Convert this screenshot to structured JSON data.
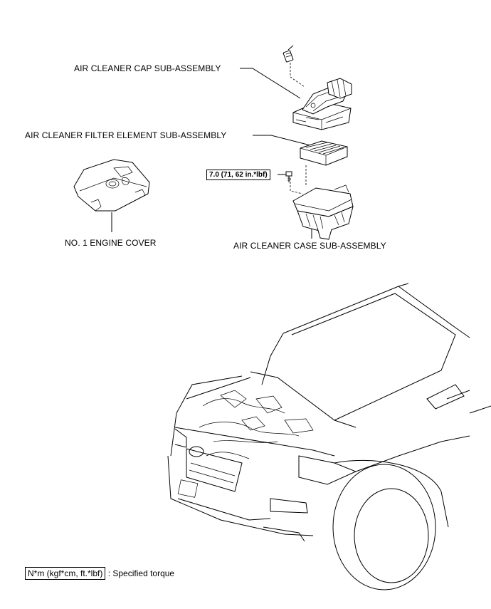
{
  "labels": {
    "air_cleaner_cap": "AIR CLEANER CAP SUB-ASSEMBLY",
    "filter_element": "AIR CLEANER FILTER ELEMENT SUB-ASSEMBLY",
    "engine_cover": "NO. 1 ENGINE COVER",
    "air_cleaner_case": "AIR CLEANER CASE SUB-ASSEMBLY"
  },
  "torque": {
    "bolt_value": "7.0 (71, 62 in.*lbf)"
  },
  "legend": {
    "torque_format": "N*m (kgf*cm, ft.*lbf)",
    "torque_description": ": Specified torque"
  }
}
